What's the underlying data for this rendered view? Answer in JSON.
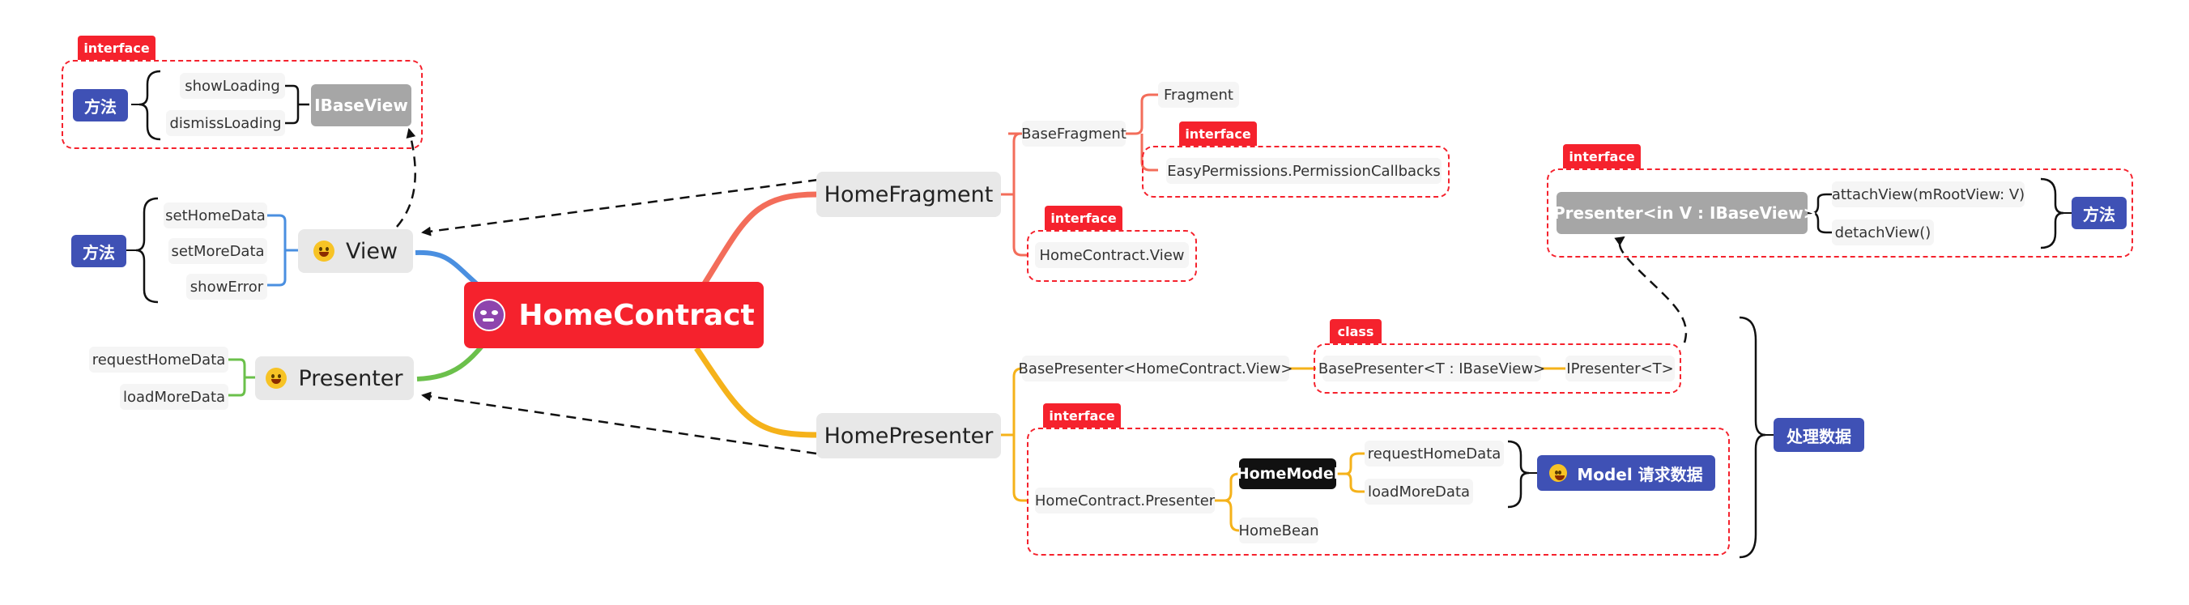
{
  "root": {
    "label": "HomeContract",
    "icon": "devil-face-icon"
  },
  "view": {
    "label": "View",
    "icon": "grinning-face-icon",
    "methods": [
      "setHomeData",
      "setMoreData",
      "showError"
    ],
    "methods_label": "方法",
    "interface": {
      "tag": "interface",
      "methods_label": "方法",
      "methods": [
        "showLoading",
        "dismissLoading"
      ],
      "target": "IBaseView"
    }
  },
  "presenter": {
    "label": "Presenter",
    "icon": "grinning-face-icon",
    "methods": [
      "requestHomeData",
      "loadMoreData"
    ]
  },
  "home_fragment": {
    "label": "HomeFragment",
    "base": "BaseFragment",
    "base_children": [
      "Fragment",
      "EasyPermissions.PermissionCallbacks"
    ],
    "base_interface_tag": "interface",
    "contract_view": "HomeContract.View",
    "contract_view_tag": "interface"
  },
  "home_presenter": {
    "label": "HomePresenter",
    "base": "BasePresenter<HomeContract.View>",
    "base_generic": "BasePresenter<T : IBaseView>",
    "ipresenter_t": "IPresenter<T>",
    "class_tag": "class",
    "contract_presenter": "HomeContract.Presenter",
    "contract_presenter_tag": "interface",
    "home_model": "HomeModel",
    "home_bean": "HomeBean",
    "model_methods": [
      "requestHomeData",
      "loadMoreData"
    ],
    "model_label": "Model   请求数据",
    "model_icon": "grinning-face-icon",
    "process_label": "处理数据"
  },
  "ipresenter": {
    "tag": "interface",
    "label": "IPresenter<in V : IBaseView>",
    "methods": [
      "attachView(mRootView: V)",
      "detachView()"
    ],
    "methods_label": "方法"
  },
  "colors": {
    "red": "#f5222d",
    "view_branch": "#4a8fe0",
    "presenter_branch": "#6bc04b",
    "fragment_branch": "#f36d5a",
    "homepresenter_branch": "#f5b21a",
    "blue_tag": "#3f51b5"
  }
}
